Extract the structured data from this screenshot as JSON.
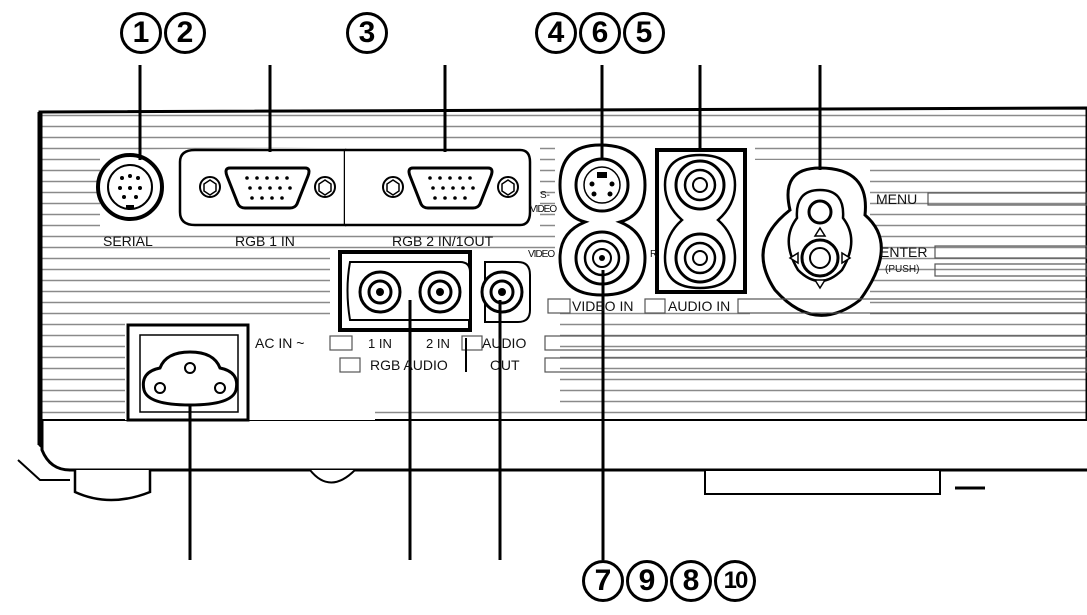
{
  "callouts": {
    "top": [
      "1",
      "2",
      "3",
      "4",
      "6",
      "5"
    ],
    "bottom": [
      "7",
      "9",
      "8",
      "10"
    ]
  },
  "labels": {
    "serial": "SERIAL",
    "rgb1_in": "RGB 1 IN",
    "rgb2_in_out": "RGB 2 IN/1OUT",
    "s_video_line1": "S-",
    "s_video_line2": "VIDEO",
    "video": "VIDEO",
    "r": "R",
    "video_in": "VIDEO IN",
    "audio_in": "AUDIO IN",
    "menu": "MENU",
    "enter": "ENTER",
    "push": "(PUSH)",
    "ac_in": "AC IN ~",
    "in1": "1 IN",
    "in2": "2 IN",
    "rgb_audio": "RGB AUDIO",
    "audio_out_line1": "AUDIO",
    "audio_out_line2": "OUT"
  }
}
